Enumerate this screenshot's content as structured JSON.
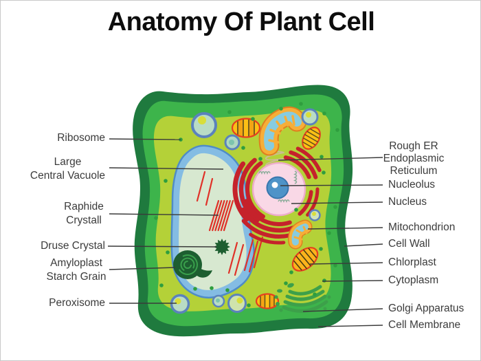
{
  "title": "Anatomy Of Plant Cell",
  "labels_left": [
    {
      "text": "Ribosome"
    },
    {
      "text": "Large\nCentral Vacuole"
    },
    {
      "text": "Raphide\nCrystall"
    },
    {
      "text": "Druse Crystal"
    },
    {
      "text": "Amyloplast\nStarch Grain"
    },
    {
      "text": "Peroxisome"
    }
  ],
  "labels_right": [
    {
      "text": "Rough ER\nEndoplasmic\nReticulum"
    },
    {
      "text": "Nucleolus"
    },
    {
      "text": "Nucleus"
    },
    {
      "text": "Mitochondrion"
    },
    {
      "text": "Cell Wall"
    },
    {
      "text": "Chlorplast"
    },
    {
      "text": "Cytoplasm"
    },
    {
      "text": "Golgi Apparatus"
    },
    {
      "text": "Cell Membrane"
    }
  ],
  "colors": {
    "cell_wall_outer": "#1f7a3e",
    "cell_wall_inner": "#3db44b",
    "cytoplasm": "#b4d138",
    "vacuole_border": "#84bce3",
    "vacuole_fill": "#d7e8d0",
    "nucleus_fill": "#f9d8e6",
    "nucleolus": "#4e93c8",
    "rough_er_red": "#c5222b",
    "er_ribbon_tan": "#cbbd92",
    "plastid_yellow": "#fcbf15",
    "plastid_outline": "#e63e20",
    "mitochondrion_inner": "#87cce0",
    "dark_green_organelle": "#1d5e30",
    "ribosome_dot": "#2f9e3e",
    "label_line": "#3a3a3a"
  }
}
